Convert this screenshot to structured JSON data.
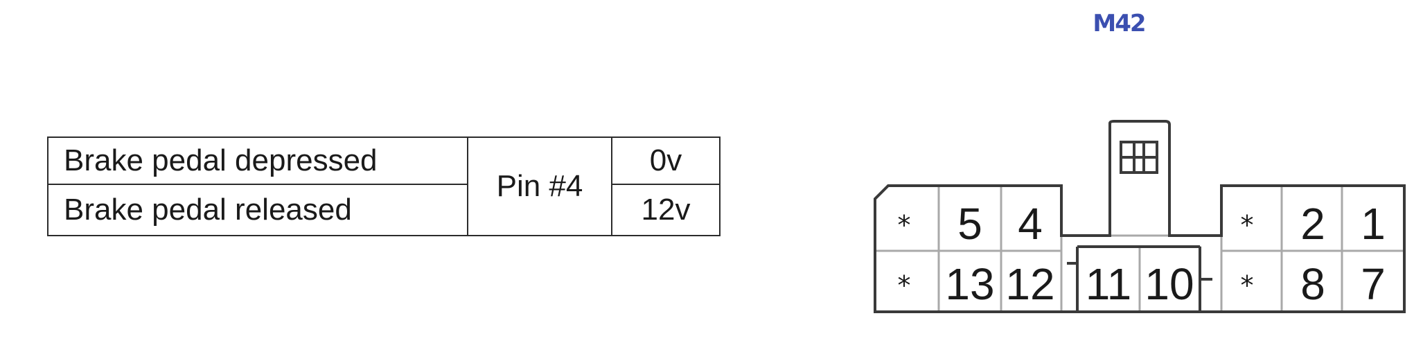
{
  "table": {
    "rows": [
      {
        "condition": "Brake pedal depressed",
        "value": "0v"
      },
      {
        "condition": "Brake pedal released",
        "value": "12v"
      }
    ],
    "pin": "Pin #4"
  },
  "connector": {
    "title": "M42",
    "title_color": "#3b4fb0",
    "top_row": [
      "*",
      "5",
      "4",
      "*",
      "2",
      "1"
    ],
    "bottom_row": [
      "*",
      "13",
      "12",
      "11",
      "10",
      "*",
      "8",
      "7"
    ]
  }
}
